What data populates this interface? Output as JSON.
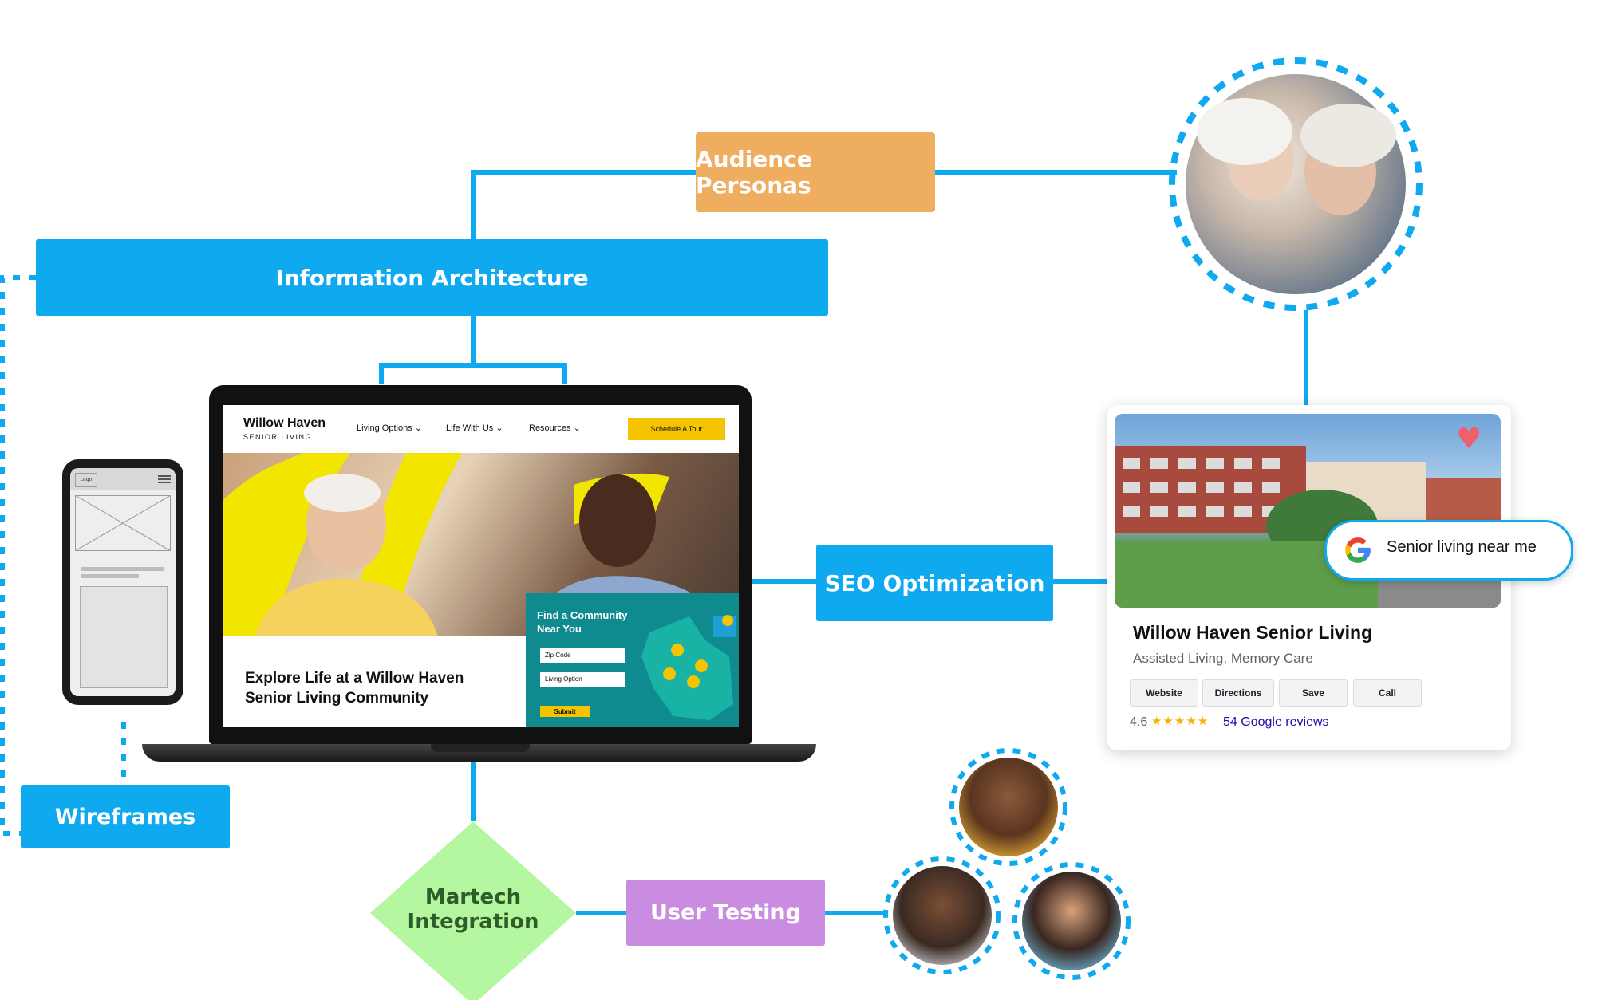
{
  "nodes": {
    "audience_personas": "Audience Personas",
    "information_architecture": "Information Architecture",
    "seo_optimization": "SEO Optimization",
    "wireframes": "Wireframes",
    "martech_integration_line1": "Martech",
    "martech_integration_line2": "Integration",
    "user_testing": "User Testing"
  },
  "colors": {
    "connector": "#0fa9f0",
    "audience_personas": "#efad5f",
    "information_architecture": "#0fa9f0",
    "seo_optimization": "#0fa9f0",
    "wireframes": "#0fa9f0",
    "martech_integration": "#b5f7a0",
    "user_testing": "#c98ce0"
  },
  "website": {
    "brand_name": "Willow Haven",
    "brand_sub": "SENIOR LIVING",
    "nav": [
      "Living Options",
      "Life With Us",
      "Resources"
    ],
    "cta": "Schedule A Tour",
    "headline": "Explore Life at a Willow Haven Senior Living Community",
    "finder_title": "Find a Community Near You",
    "zip_placeholder": "Zip Code",
    "option_placeholder": "Living Option",
    "submit": "Submit"
  },
  "wireframe_phone": {
    "logo": "Logo"
  },
  "business": {
    "name": "Willow Haven Senior Living",
    "category": "Assisted Living, Memory Care",
    "buttons": [
      "Website",
      "Directions",
      "Save",
      "Call"
    ],
    "rating": "4.6",
    "stars": "★★★★★",
    "reviews": "54 Google reviews",
    "search_query": "Senior living near me"
  },
  "icons": {
    "heart": "heart-icon",
    "google": "google-g-icon",
    "chevron": "chevron-down-icon"
  }
}
